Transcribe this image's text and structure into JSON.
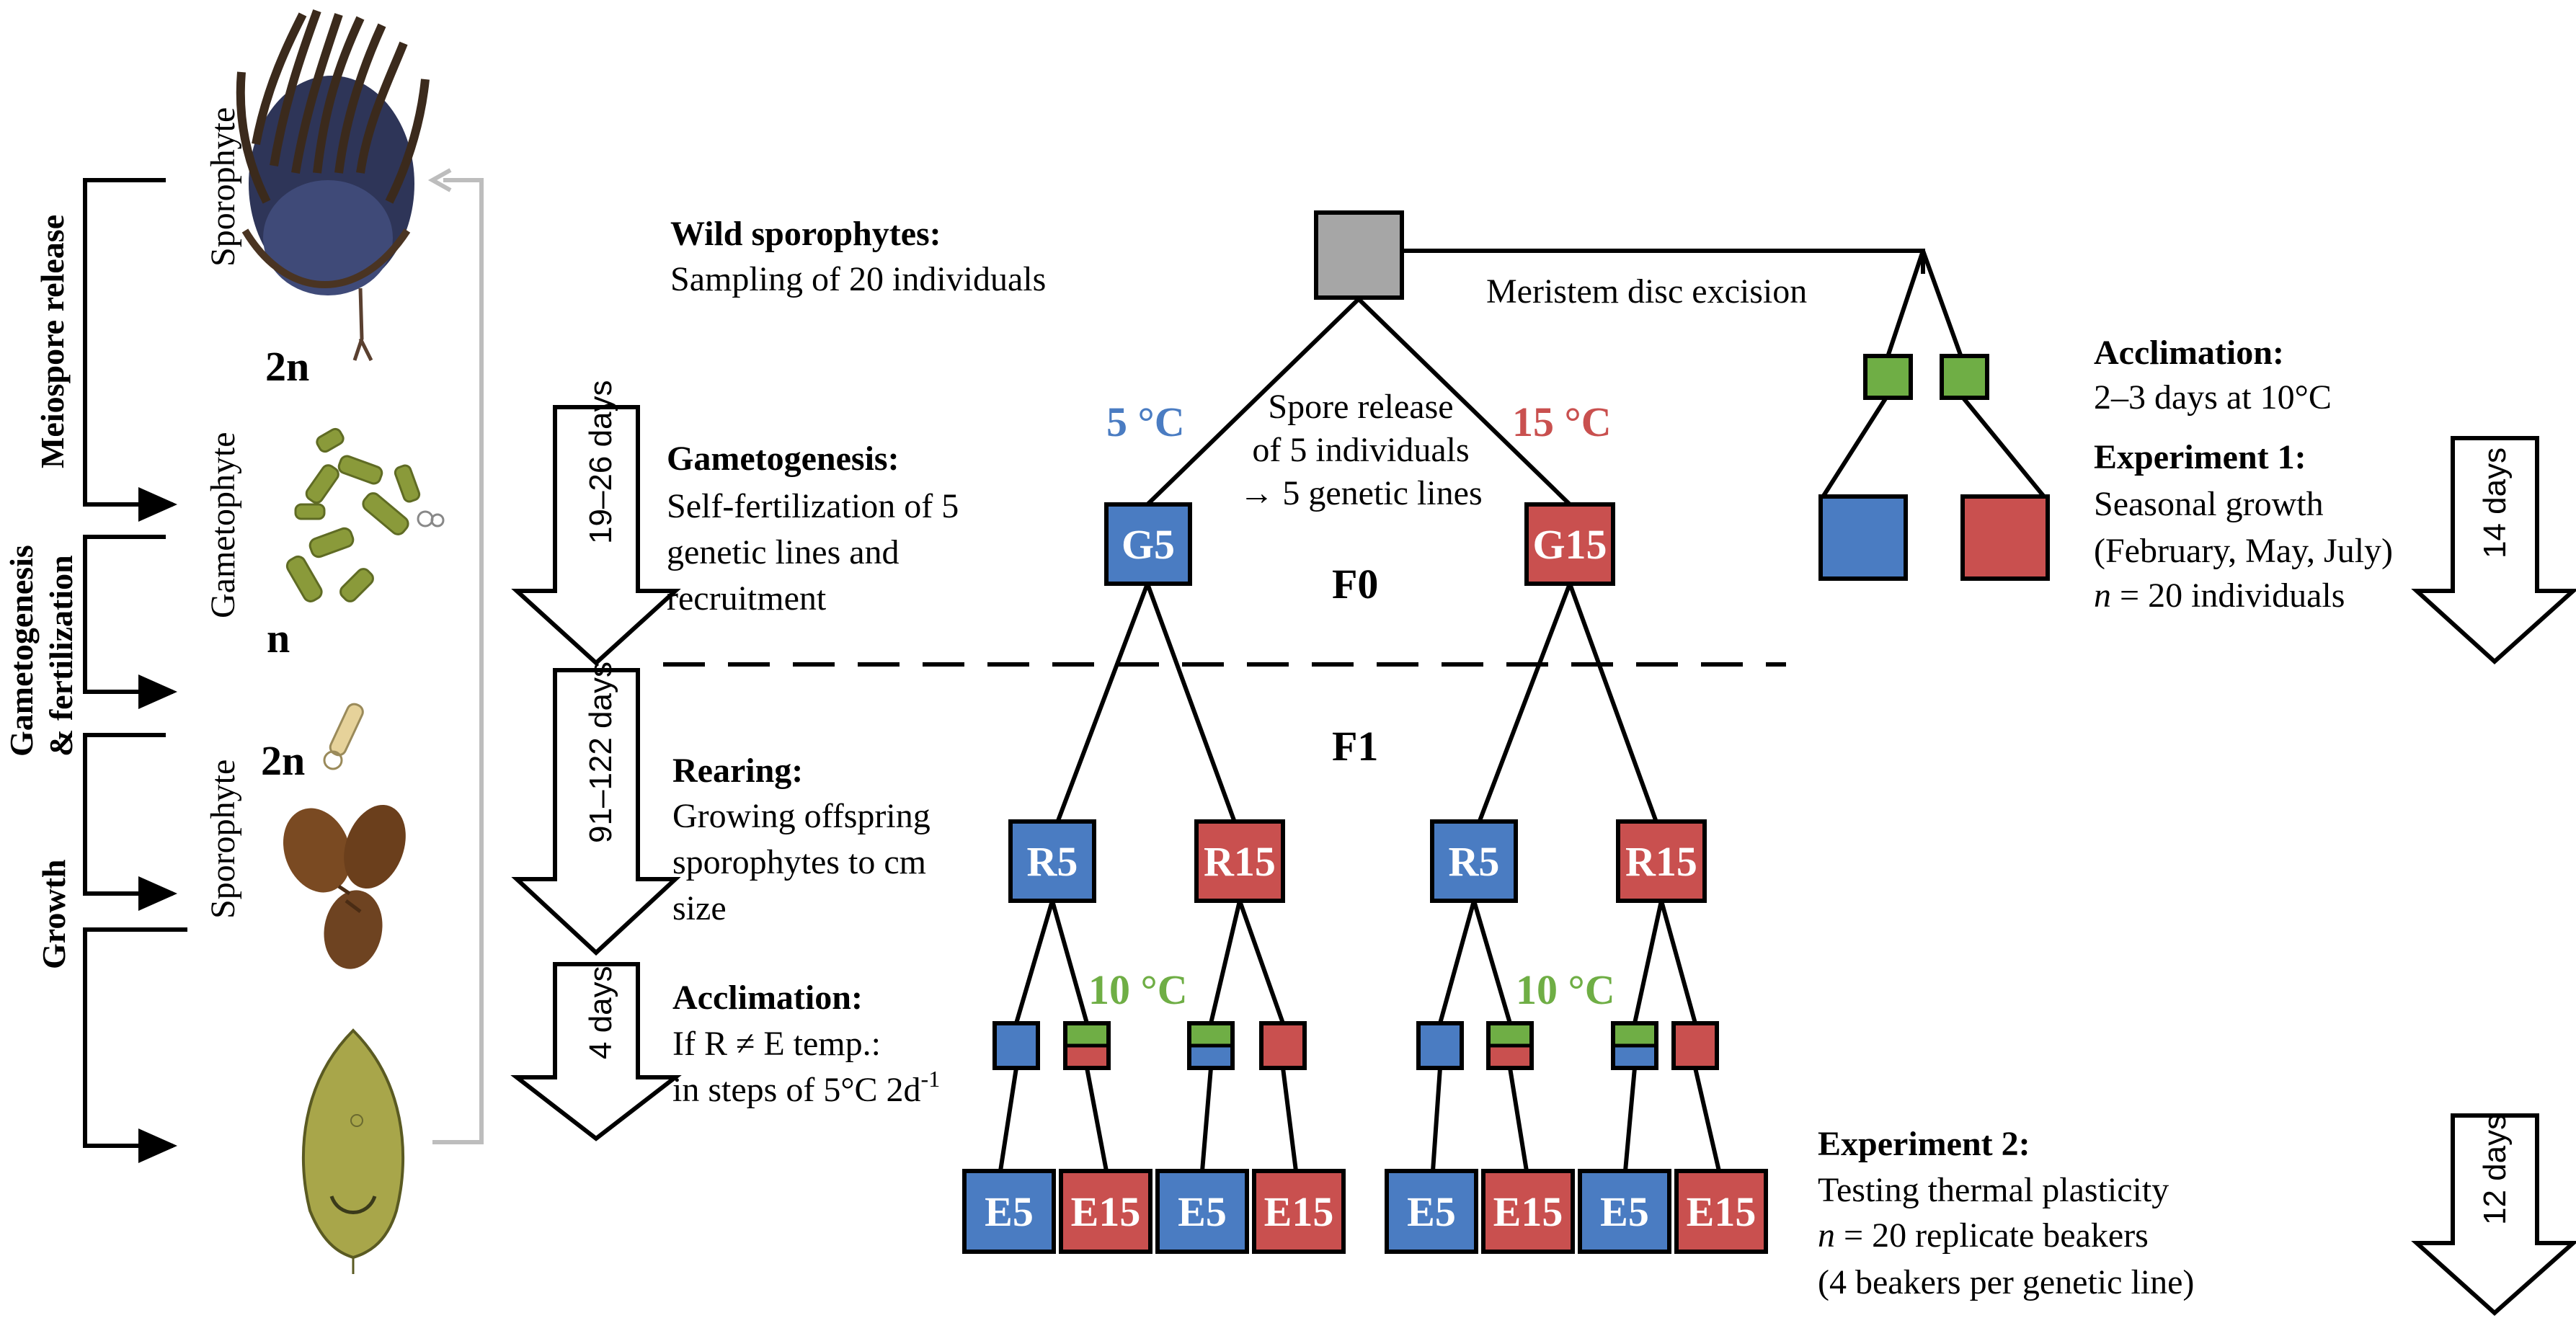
{
  "colors": {
    "blue": "#4a7cc2",
    "red": "#c9504f",
    "green": "#6fae45",
    "grey": "#a6a6a6",
    "light_grey_line": "#bdbdbd",
    "text_blue": "#4a7cc2",
    "text_red": "#c9504f",
    "text_green": "#6fae45"
  },
  "lifecycle": {
    "sporophyte_top": "Sporophyte",
    "ploidy_2n_top": "2n",
    "gametophyte": "Gametophyte",
    "ploidy_n": "n",
    "ploidy_2n_bottom": "2n",
    "sporophyte_bottom": "Sporophyte",
    "side_meiospore": "Meiospore release",
    "side_gametogenesis_1": "Gametogenesis",
    "side_gametogenesis_2": "& fertilization",
    "side_growth": "Growth"
  },
  "durations": {
    "gametogenesis": "19–26 days",
    "rearing": "91–122 days",
    "acclimation": "4 days",
    "experiment1": "14 days",
    "experiment2": "12 days"
  },
  "steps": {
    "wild": {
      "title": "Wild sporophytes:",
      "lines": [
        "Sampling of 20 individuals"
      ]
    },
    "gametogenesis": {
      "title": "Gametogenesis:",
      "lines": [
        "Self-fertilization of 5",
        "genetic lines and",
        "recruitment"
      ]
    },
    "rearing": {
      "title": "Rearing:",
      "lines": [
        "Growing offspring",
        "sporophytes to cm",
        "size"
      ]
    },
    "acclimation2": {
      "title": "Acclimation:",
      "line1": "If R ≠ E temp.:",
      "line2": "in steps of 5°C 2d",
      "line2_sup": "-1"
    },
    "acclimation1": {
      "title": "Acclimation:",
      "lines": [
        "2–3 days at 10°C"
      ]
    },
    "experiment1": {
      "title": "Experiment 1:",
      "line1": "Seasonal growth",
      "line2": "(February, May, July)",
      "line3_italic": "n",
      "line3_rest": " = 20 individuals"
    },
    "experiment2": {
      "title": "Experiment 2:",
      "line1": "Testing thermal plasticity",
      "line2_italic": "n",
      "line2_rest": " = 20 replicate beakers",
      "line3": "(4 beakers per genetic line)"
    }
  },
  "tree": {
    "meristem": "Meristem disc excision",
    "spore_release": [
      "Spore release",
      "of 5 individuals",
      "→ 5 genetic lines"
    ],
    "temp_low": "5 °C",
    "temp_high": "15 °C",
    "temp_mid": "10 °C",
    "gen_f0": "F0",
    "gen_f1": "F1",
    "g_boxes": [
      "G5",
      "G15"
    ],
    "r_boxes": [
      "R5",
      "R15",
      "R5",
      "R15"
    ],
    "e_boxes": [
      "E5",
      "E15",
      "E5",
      "E15",
      "E5",
      "E15",
      "E5",
      "E15"
    ]
  }
}
